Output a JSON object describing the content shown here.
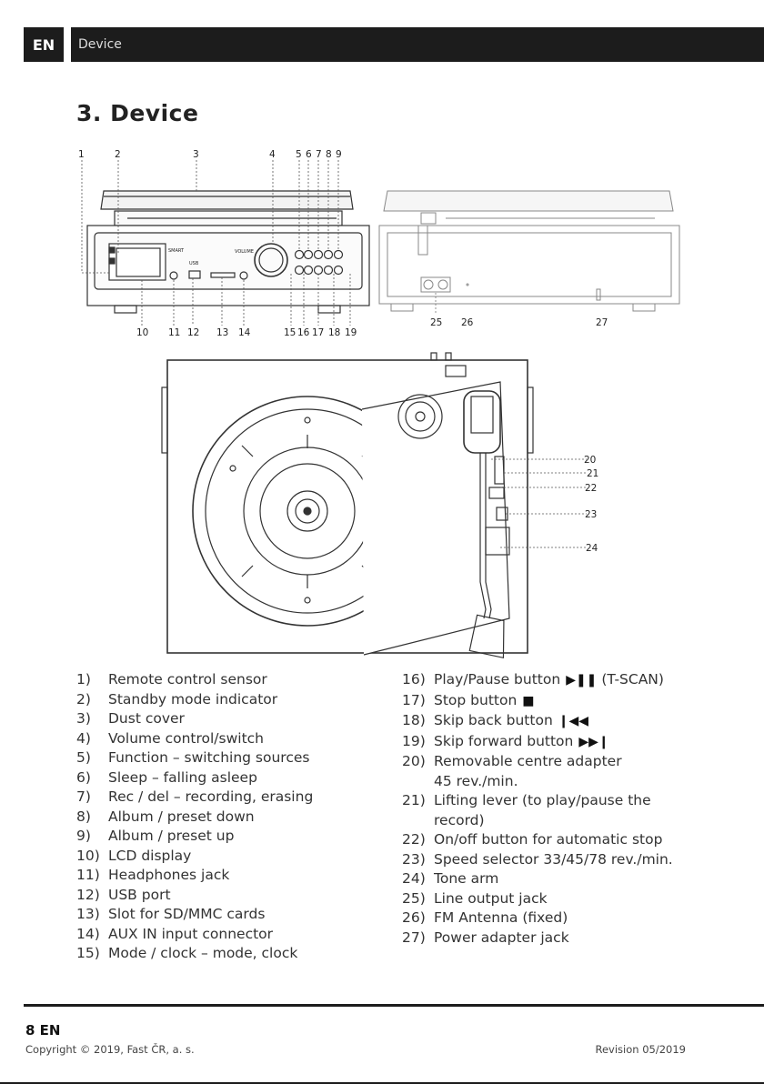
{
  "header": {
    "lang": "EN",
    "section": "Device"
  },
  "title": "3. Device",
  "callouts": {
    "front_top": [
      "1",
      "2",
      "3",
      "4",
      "5",
      "6",
      "7",
      "8",
      "9"
    ],
    "front_bottom": [
      "10",
      "11",
      "12",
      "13",
      "14",
      "15",
      "16",
      "17",
      "18",
      "19"
    ],
    "back": [
      "25",
      "26",
      "27"
    ],
    "top_view": [
      "20",
      "21",
      "22",
      "23",
      "24"
    ]
  },
  "panel_labels": {
    "volume": "VOLUME",
    "usb": "USB",
    "brand": "SMART"
  },
  "list_left": [
    {
      "n": "1)",
      "t": "Remote control sensor"
    },
    {
      "n": "2)",
      "t": "Standby mode indicator"
    },
    {
      "n": "3)",
      "t": "Dust cover"
    },
    {
      "n": "4)",
      "t": "Volume control/switch"
    },
    {
      "n": "5)",
      "t": "Function – switching sources"
    },
    {
      "n": "6)",
      "t": "Sleep – falling asleep"
    },
    {
      "n": "7)",
      "t": "Rec / del – recording, erasing"
    },
    {
      "n": "8)",
      "t": "Album / preset down"
    },
    {
      "n": "9)",
      "t": "Album / preset up"
    },
    {
      "n": "10)",
      "t": "LCD display"
    },
    {
      "n": "11)",
      "t": "Headphones jack"
    },
    {
      "n": "12)",
      "t": "USB port"
    },
    {
      "n": "13)",
      "t": "Slot for SD/MMC cards"
    },
    {
      "n": "14)",
      "t": "AUX IN input connector"
    },
    {
      "n": "15)",
      "t": "Mode / clock – mode, clock"
    }
  ],
  "list_right": [
    {
      "n": "16)",
      "t": "Play/Pause button",
      "icon": "▶❚❚",
      "after": "(T-SCAN)"
    },
    {
      "n": "17)",
      "t": "Stop button",
      "icon": "■"
    },
    {
      "n": "18)",
      "t": "Skip back button",
      "icon": "❙◀◀"
    },
    {
      "n": "19)",
      "t": "Skip forward button",
      "icon": "▶▶❙"
    },
    {
      "n": "20)",
      "t": "Removable centre adapter"
    },
    {
      "n": "",
      "t": "45 rev./min."
    },
    {
      "n": "21)",
      "t": "Lifting lever (to play/pause the"
    },
    {
      "n": "",
      "t": "record)"
    },
    {
      "n": "22)",
      "t": "On/off button for automatic stop"
    },
    {
      "n": "23)",
      "t": "Speed selector 33/45/78 rev./min."
    },
    {
      "n": "24)",
      "t": "Tone arm"
    },
    {
      "n": "25)",
      "t": "Line output jack"
    },
    {
      "n": "26)",
      "t": "FM Antenna (fixed)"
    },
    {
      "n": "27)",
      "t": "Power adapter jack"
    }
  ],
  "footer": {
    "page": "8 EN",
    "copyright": "Copyright © 2019, Fast ČR, a. s.",
    "revision": "Revision 05/2019"
  }
}
